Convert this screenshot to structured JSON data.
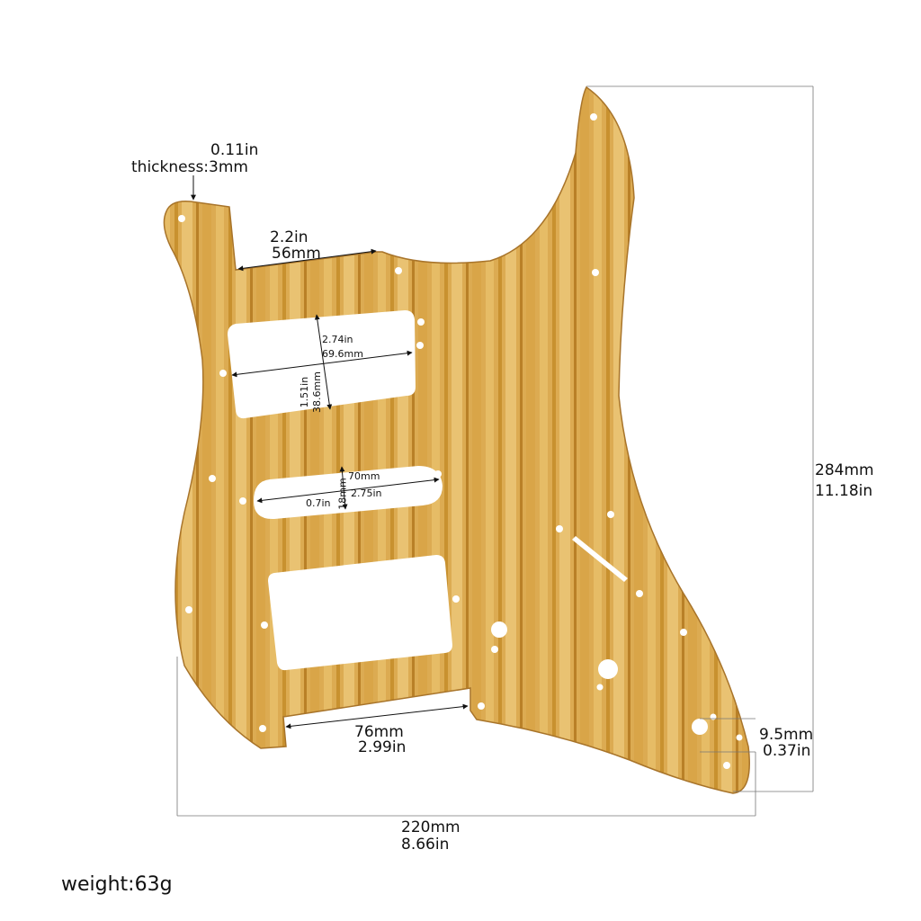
{
  "thickness": {
    "in": "0.11in",
    "mm": "thickness:3mm"
  },
  "notch_top": {
    "in": "2.2in",
    "mm": "56mm"
  },
  "humbucker": {
    "length_in": "2.74in",
    "length_mm": "69.6mm",
    "width_in": "1.51in",
    "width_mm": "38.6mm"
  },
  "single_coil": {
    "length_mm": "70mm",
    "length_in": "2.75in",
    "width_in": "0.7in",
    "width_mm": "18mm"
  },
  "notch_bottom": {
    "mm": "76mm",
    "in": "2.99in"
  },
  "height": {
    "mm": "284mm",
    "in": "11.18in"
  },
  "width": {
    "mm": "220mm",
    "in": "8.66in"
  },
  "jack_hole": {
    "mm": "9.5mm",
    "in": "0.37in"
  },
  "weight": "weight:63g",
  "colors": {
    "wood_light": "#e2b45c",
    "wood_dark": "#c98f2e",
    "line": "#555555"
  }
}
